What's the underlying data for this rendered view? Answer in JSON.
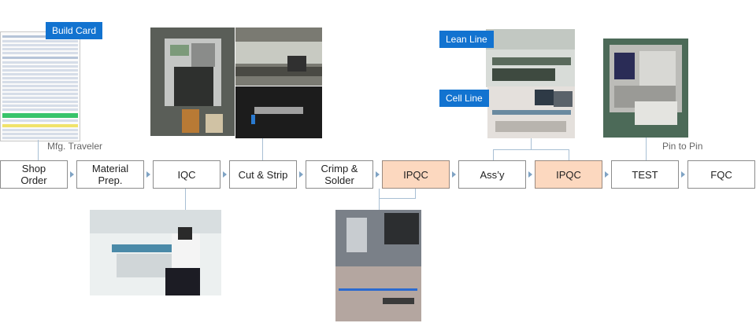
{
  "tags": {
    "build_card": "Build Card",
    "lean_line": "Lean Line",
    "cell_line": "Cell Line"
  },
  "captions": {
    "mfg_traveler": "Mfg. Traveler",
    "pin_to_pin": "Pin to Pin"
  },
  "steps": [
    {
      "label": "Shop\nOrder",
      "highlight": false
    },
    {
      "label": "Material\nPrep.",
      "highlight": false
    },
    {
      "label": "IQC",
      "highlight": false
    },
    {
      "label": "Cut & Strip",
      "highlight": false
    },
    {
      "label": "Crimp &\nSolder",
      "highlight": false
    },
    {
      "label": "IPQC",
      "highlight": true
    },
    {
      "label": "Ass’y",
      "highlight": false
    },
    {
      "label": "IPQC",
      "highlight": true
    },
    {
      "label": "TEST",
      "highlight": false
    },
    {
      "label": "FQC",
      "highlight": false
    }
  ],
  "colors": {
    "tag_blue": "#1273d0",
    "highlight_box": "#fcd8bf",
    "connector": "#a8bfd4",
    "arrow": "#7fa3c4"
  }
}
